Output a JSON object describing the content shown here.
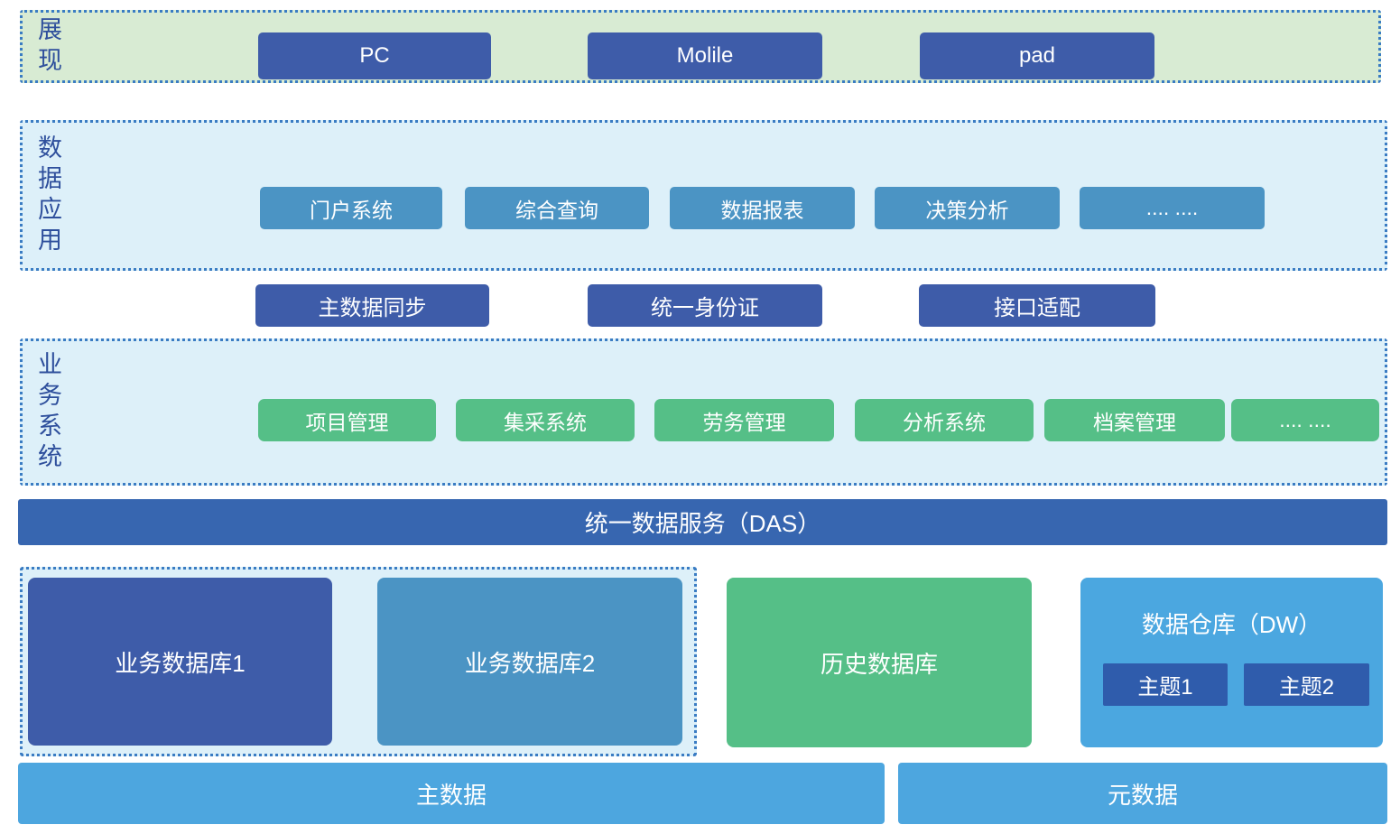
{
  "colors": {
    "dark_blue": "#3e5ca9",
    "medium_blue": "#4b94c4",
    "green": "#55bf87",
    "sky_blue": "#4da6df",
    "dw_blue": "#4ba7e0",
    "das_blue": "#3766b0",
    "topic_blue": "#2f5cac",
    "light_green_bg": "#d8ebd3",
    "light_blue_bg": "#ddf0f9",
    "dotted_border": "#3a7cc3",
    "label_text": "#2e4f9c"
  },
  "layers": {
    "presentation": {
      "label": "展现",
      "buttons": [
        "PC",
        "Molile",
        "pad"
      ]
    },
    "data_application": {
      "label": "数据应用",
      "buttons": [
        "门户系统",
        "综合查询",
        "数据报表",
        "决策分析",
        "....  ...."
      ]
    },
    "middleware": {
      "buttons": [
        "主数据同步",
        "统一身份证",
        "接口适配"
      ]
    },
    "business_systems": {
      "label": "业务系统",
      "buttons": [
        "项目管理",
        "集采系统",
        "劳务管理",
        "分析系统",
        "档案管理",
        ".... ...."
      ]
    },
    "das_bar": {
      "label": "统一数据服务（DAS）"
    },
    "storage": {
      "business_databases": [
        "业务数据库1",
        "业务数据库2"
      ],
      "history_database": "历史数据库",
      "data_warehouse": {
        "title": "数据仓库（DW）",
        "topics": [
          "主题1",
          "主题2"
        ]
      }
    },
    "foundation": {
      "bars": [
        "主数据",
        "元数据"
      ]
    }
  }
}
